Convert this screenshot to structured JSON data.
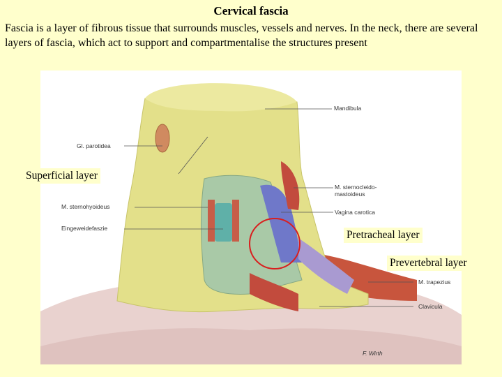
{
  "header": {
    "title": "Cervical fascia",
    "intro": "Fascia is a layer of fibrous tissue that surrounds muscles, vessels and nerves. In the neck, there are several layers of fascia, which act to support and compartmentalise the structures present"
  },
  "figure": {
    "labels": {
      "mandibula": "Mandibula",
      "parotidea": "Gl. parotidea",
      "sternocleido": "M. sternocleido-\nmastoideus",
      "vagina": "Vagina carotica",
      "sternohyoideus": "M. sternohyoideus",
      "eingeweide": "Eingeweidefaszie",
      "trapezius": "M. trapezius",
      "clavicula": "Clavicula"
    },
    "signature": "F. Wirth"
  },
  "callouts": {
    "superficial": "Superficial layer",
    "pretracheal": "Pretracheal layer",
    "prevertebral": "Prevertebral layer"
  }
}
